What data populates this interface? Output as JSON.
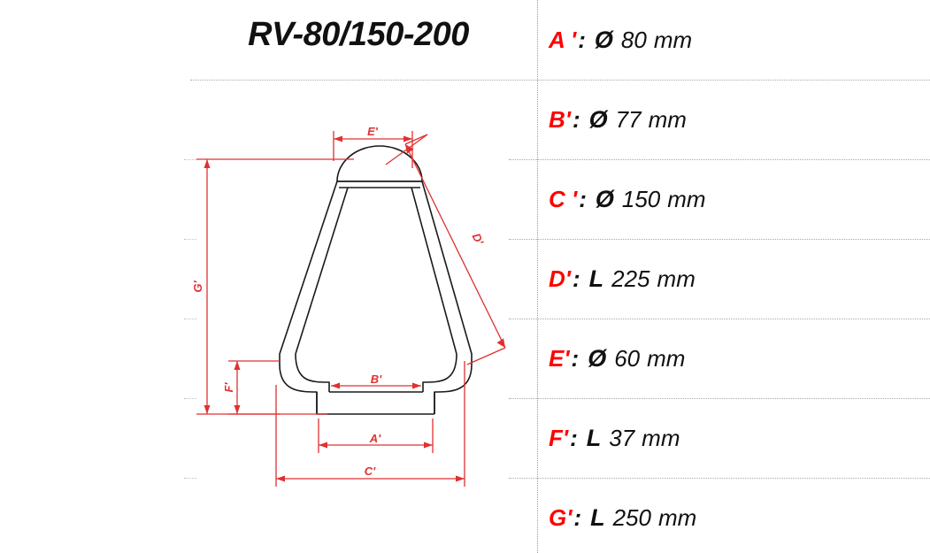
{
  "title": "RV-80/150-200",
  "colors": {
    "label_red": "#ff0000",
    "dimension_red": "#e03030",
    "outline_black": "#1a1a1a",
    "grid_gray": "#9a9a9a"
  },
  "specs": [
    {
      "key": "A '",
      "colon": ":",
      "symbol": "Ø",
      "value": "80",
      "unit": "mm"
    },
    {
      "key": "B'",
      "colon": ":",
      "symbol": "Ø",
      "value": "77",
      "unit": "mm"
    },
    {
      "key": "C '",
      "colon": ":",
      "symbol": "Ø",
      "value": "150",
      "unit": "mm"
    },
    {
      "key": "D'",
      "colon": ":",
      "symbol": "L",
      "value": "225",
      "unit": "mm"
    },
    {
      "key": "E'",
      "colon": ":",
      "symbol": "Ø",
      "value": "60",
      "unit": "mm"
    },
    {
      "key": "F'",
      "colon": ":",
      "symbol": "L",
      "value": "37",
      "unit": "mm"
    },
    {
      "key": "G'",
      "colon": ":",
      "symbol": "L",
      "value": "250",
      "unit": "mm"
    }
  ],
  "drawing": {
    "dimension_labels": {
      "a": "A'",
      "b": "B'",
      "c": "C'",
      "d": "D'",
      "e": "E'",
      "f": "F'",
      "g": "G'"
    }
  }
}
